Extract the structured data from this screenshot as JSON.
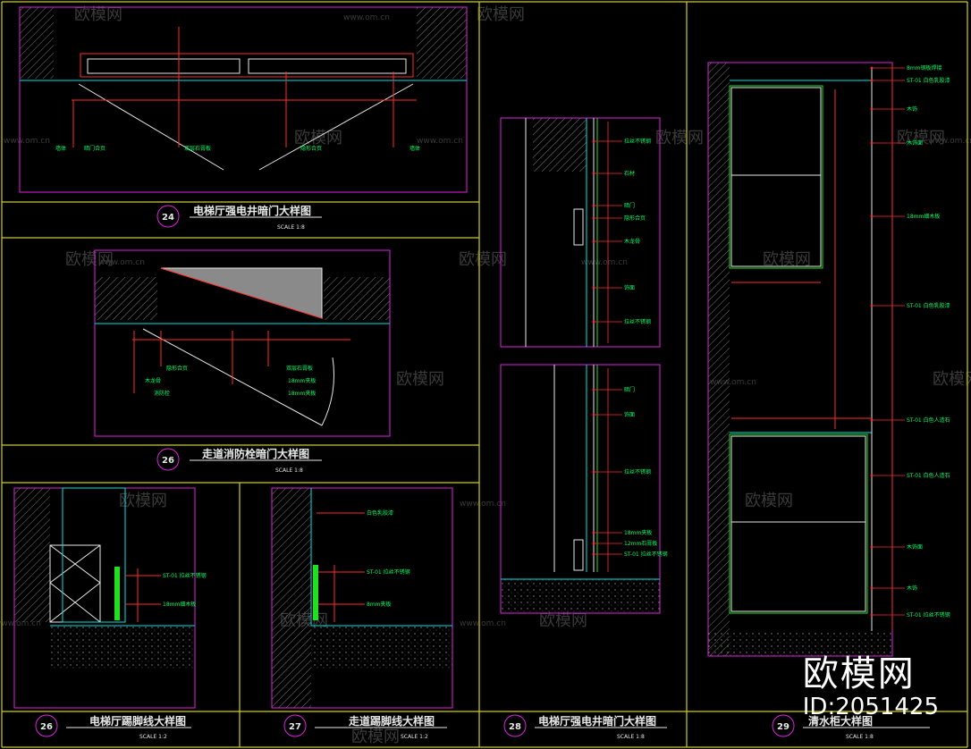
{
  "colors": {
    "frame": "#d0d000",
    "magenta": "#e020e0",
    "cyan": "#00e5e5",
    "red": "#ff2a2a",
    "green": "#20e020",
    "white": "#e8e8e8",
    "gray": "#7a7a7a",
    "label": "#00ff66",
    "watermark": "#3a3a3a"
  },
  "watermark": {
    "brand": "欧模网",
    "url": "www.om.cn"
  },
  "badge": {
    "brand": "欧模网",
    "id": "ID:2051425"
  },
  "drawings": [
    {
      "number": "24",
      "title": "电梯厅强电井暗门大样图",
      "scale": "SCALE 1:8"
    },
    {
      "number": "26",
      "title": "走道消防栓暗门大样图",
      "scale": "SCALE 1:8"
    },
    {
      "number": "26",
      "title": "电梯厅踢脚线大样图",
      "scale": "SCALE 1:2"
    },
    {
      "number": "27",
      "title": "走道踢脚线大样图",
      "scale": "SCALE 1:2"
    },
    {
      "number": "28",
      "title": "电梯厅强电井暗门大样图",
      "scale": "SCALE 1:8"
    },
    {
      "number": "29",
      "title": "清水柜大样图",
      "scale": "SCALE 1:8"
    }
  ],
  "annotations": {
    "d29": [
      "8mm钢板焊接",
      "ST-01 白色乳胶漆",
      "木饰",
      "木饰面",
      "18mm细木板",
      "ST-01 白色乳胶漆",
      "ST-01 白色人造石",
      "ST-01 白色人造石",
      "木饰面",
      "木饰",
      "ST-01 拉丝不锈钢"
    ],
    "d24": [
      "墙体",
      "暗门合页",
      "双层石膏板",
      "隐形合页",
      "墙体"
    ],
    "d26": [
      "隐形合页",
      "木龙骨",
      "消防栓",
      "双层石膏板",
      "18mm夹板",
      "18mm夹板"
    ],
    "d26b": [
      "ST-01 拉丝不锈钢",
      "18mm细木板"
    ],
    "d27": [
      "白色乳胶漆",
      "ST-01 拉丝不锈钢",
      "8mm夹板"
    ],
    "d28": [
      "拉丝不锈钢",
      "石材",
      "暗门",
      "隐形合页",
      "木龙骨",
      "饰面",
      "拉丝不锈钢",
      "暗门",
      "饰面",
      "拉丝不锈钢",
      "18mm夹板",
      "12mm石膏板",
      "ST-01 拉丝不锈钢"
    ]
  }
}
